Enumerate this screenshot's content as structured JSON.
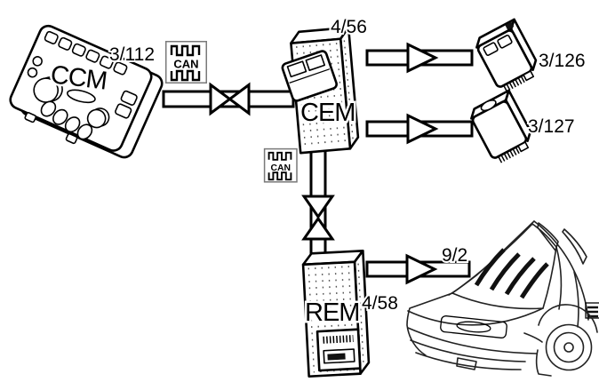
{
  "diagram": {
    "modules": {
      "ccm": {
        "label": "CCM",
        "id": "3/112"
      },
      "cem": {
        "label": "CEM",
        "id": "4/56"
      },
      "relay_top": {
        "id": "3/126"
      },
      "relay_bottom": {
        "id": "3/127"
      },
      "rem": {
        "label": "REM",
        "id": "4/58"
      },
      "heated_rear_window": {
        "id": "9/2"
      }
    },
    "bus_icon": {
      "label": "CAN"
    },
    "colors": {
      "line": "#000000",
      "background": "#ffffff",
      "icon_border": "#7a7a7a",
      "grid_bar": "#111111"
    }
  }
}
